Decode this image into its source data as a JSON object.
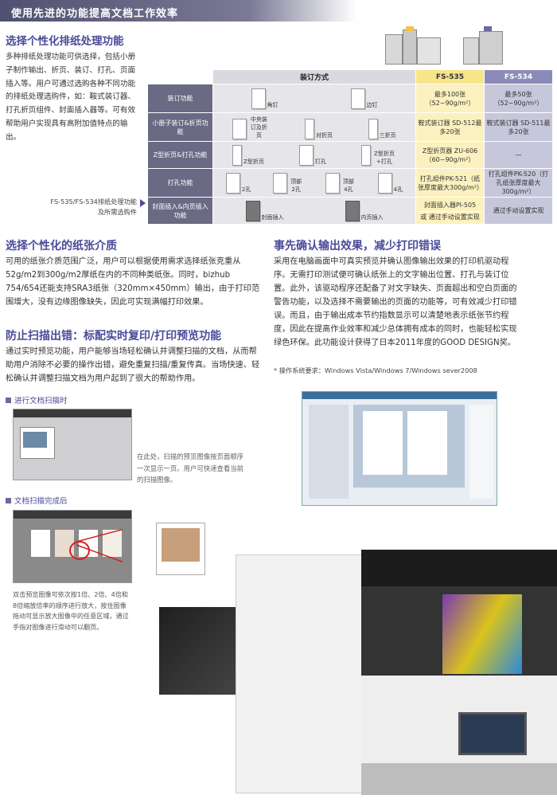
{
  "banner": "使用先进的功能提高文档工作效率",
  "sec1": {
    "title": "选择个性化排纸处理功能",
    "body": "多种排纸处理功能可供选择，包括小册子制作输出、折页、装订、打孔、页面插入等。用户可通过选购各种不同功能的排纸处理选购件，如：鞍式装订器、打孔折页组件、封面插入器等。可有效帮助用户实现具有高附加值特点的输出。"
  },
  "finisher_label": "FS-535/FS-534排纸处理功能及所需选购件",
  "table": {
    "headers": [
      "装订方式",
      "FS-535",
      "FS-534"
    ],
    "rows": [
      {
        "label": "装订功能",
        "icons": [
          "角钉",
          "边钉"
        ],
        "fs535": "最多100张（52~90g/m²）",
        "fs534": "最多50张（52~90g/m²）"
      },
      {
        "label": "小册子装订&折页功能",
        "icons": [
          "中央装订及折页",
          "对折页",
          "三折页"
        ],
        "fs535": "鞍式装订器 SD-512最多20张",
        "fs534": "鞍式装订器 SD-511最多20张"
      },
      {
        "label": "Z型折页&打孔功能",
        "icons": [
          "Z型折页",
          "打孔",
          "Z型折页+打孔"
        ],
        "fs535": "Z型折页器 ZU-606（60~90g/m²）",
        "fs534": "—"
      },
      {
        "label": "打孔功能",
        "icons": [
          "2孔",
          "顶部2孔",
          "顶部4孔",
          "4孔"
        ],
        "fs535": "打孔组件PK-521（纸张厚度最大300g/m²）",
        "fs534": "打孔组件PK-520（打孔纸张厚度最大300g/m²）"
      },
      {
        "label": "封面插入&内页插入功能",
        "icons": [
          "封面插入",
          "内页插入"
        ],
        "fs535": "封面插入器PI-505",
        "fs535b": "或 通过手动设置实现",
        "fs534": "通过手动设置实现"
      }
    ]
  },
  "sec2": {
    "title": "选择个性化的纸张介质",
    "body": "可用的纸张介质范围广泛，用户可以根据使用需求选择纸张克重从52g/m2到300g/m2厚纸在内的不同种类纸张。同时，bizhub 754/654还能支持SRA3纸张（320mm×450mm）输出，由于打印范围增大，没有边缘图像缺失，因此可实现满幅打印效果。"
  },
  "sec3": {
    "title": "防止扫描出错：标配实时复印/打印预览功能",
    "body": "通过实时预览功能，用户能够当场轻松确认并调整扫描的文档，从而帮助用户消除不必要的操作出错，避免重复扫描/重复传真。当场快速、轻松确认并调整扫描文档为用户起到了很大的帮助作用。"
  },
  "scan1": {
    "label": "进行文档扫描时",
    "caption": "在此处，扫描的预览图像按页面顺序一次显示一页。用户可快速查看当前的扫描图像。"
  },
  "scan2": {
    "label": "文档扫描完成后",
    "caption": "双击预览图像可依次按1倍、2倍、4倍和8倍缩放倍率的顺序进行放大，按住图像拖动可显示放大图像中的任意区域，通过手指对图像进行滑动可以翻页。"
  },
  "sec4": {
    "title": "事先确认输出效果，减少打印错误",
    "body": "采用在电脑画面中可真实预览并确认图像输出效果的打印机驱动程序。无需打印测试便可确认纸张上的文字输出位置、打孔与装订位置。此外，该驱动程序还配备了对文字缺失、页面超出和空白页面的警告功能，以及选择不需要输出的页面的功能等，可有效减少打印错误。而且，由于输出成本节约指数显示可以清楚地表示纸张节约程度，因此在提高作业效率和减少总体拥有成本的同时，也能轻松实现绿色环保。此功能设计获得了日本2011年度的GOOD DESIGN奖。",
    "note": "* 操作系统要求：Windows Vista/Windows 7/Windows sever2008"
  },
  "colors": {
    "heading": "#4a4a9a",
    "fs535": "#f7e58a",
    "fs534": "#8b8bb9"
  }
}
